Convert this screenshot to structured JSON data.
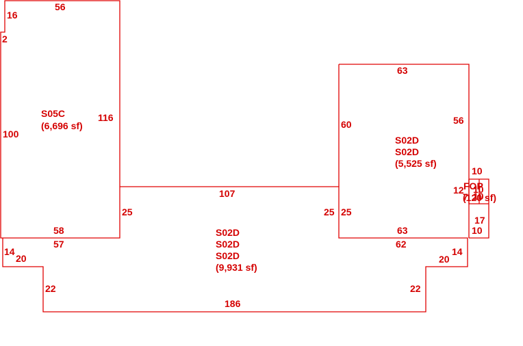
{
  "color": "#e00000",
  "areas": {
    "s05c": {
      "code": "S05C",
      "area": "(6,696 sf)"
    },
    "s02d_main": {
      "code1": "S02D",
      "code2": "S02D",
      "code3": "S02D",
      "area": "(9,931 sf)"
    },
    "s02d_right": {
      "code1": "S02D",
      "code2": "S02D",
      "area": "(5,525 sf)"
    },
    "fop": {
      "code": "FOP",
      "area": "(120 sf)"
    }
  },
  "dims": {
    "d56_top": "56",
    "d16": "16",
    "d2": "2",
    "d100": "100",
    "d116": "116",
    "d58": "58",
    "d57": "57",
    "d14_left": "14",
    "d20_left": "20",
    "d22_left": "22",
    "d186": "186",
    "d107": "107",
    "d25_left": "25",
    "d25_mid": "25",
    "d25_right": "25",
    "d63_top": "63",
    "d60": "60",
    "d56_right": "56",
    "d10_top": "10",
    "d12": "12",
    "d7": "7",
    "d10_fop_a": "10",
    "d10_fop_b": "10",
    "d17": "17",
    "d10_bottom": "10",
    "d63_bottom": "63",
    "d62": "62",
    "d14_right": "14",
    "d20_right": "20",
    "d22_right": "22"
  }
}
